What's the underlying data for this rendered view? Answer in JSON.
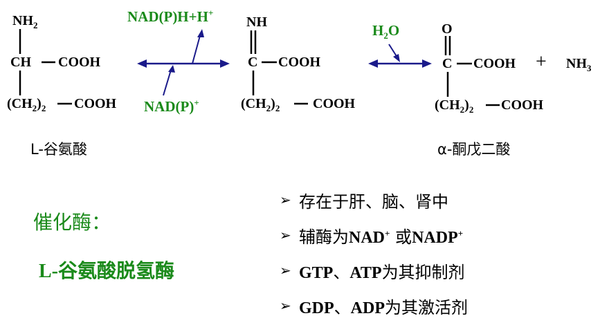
{
  "reaction": {
    "glutamate": {
      "nh2": "NH",
      "nh2_sub": "2",
      "ch": "CH",
      "cooh1": "COOH",
      "ch2": "(CH",
      "ch2_sub": "2",
      "ch2_close": ")",
      "ch2_sub2": "2",
      "cooh2": "COOH",
      "name": "L-谷氨酸"
    },
    "imino": {
      "nh": "NH",
      "c": "C",
      "cooh1": "COOH",
      "ch2": "(CH",
      "ch2_sub": "2",
      "ch2_close": ")",
      "ch2_sub2": "2",
      "cooh2": "COOH"
    },
    "ketoglutarate": {
      "o": "O",
      "c": "C",
      "cooh1": "COOH",
      "ch2": "(CH",
      "ch2_sub": "2",
      "ch2_close": ")",
      "ch2_sub2": "2",
      "cooh2": "COOH",
      "name": "α-酮戊二酸"
    },
    "plus": "+",
    "nh3": "NH",
    "nh3_sub": "3",
    "cofactor_out": "NAD(P)H+H",
    "cofactor_out_sup": "+",
    "cofactor_in": "NAD(P)",
    "cofactor_in_sup": "+",
    "water": "H",
    "water_sub": "2",
    "water_o": "O"
  },
  "enzyme": {
    "heading": "催化酶：",
    "name": "L-谷氨酸脱氢酶"
  },
  "notes": {
    "marker": "➢",
    "items": [
      {
        "parts": [
          {
            "t": "存在于肝、脑、肾中",
            "cn": true
          }
        ]
      },
      {
        "parts": [
          {
            "t": "辅酶为",
            "cn": true
          },
          {
            "t": "NAD",
            "cn": false
          },
          {
            "t": "+",
            "sup": true
          },
          {
            "t": " 或",
            "cn": true
          },
          {
            "t": "NADP",
            "cn": false
          },
          {
            "t": "+",
            "sup": true
          }
        ]
      },
      {
        "parts": [
          {
            "t": "GTP",
            "cn": false
          },
          {
            "t": "、",
            "cn": true
          },
          {
            "t": "ATP",
            "cn": false
          },
          {
            "t": "为其抑制剂",
            "cn": true
          }
        ]
      },
      {
        "parts": [
          {
            "t": "GDP",
            "cn": false
          },
          {
            "t": "、",
            "cn": true
          },
          {
            "t": "ADP",
            "cn": false
          },
          {
            "t": "为其激活剂",
            "cn": true
          }
        ]
      }
    ]
  },
  "colors": {
    "arrow": "#1a1a8a",
    "green": "#1a8a1a"
  }
}
